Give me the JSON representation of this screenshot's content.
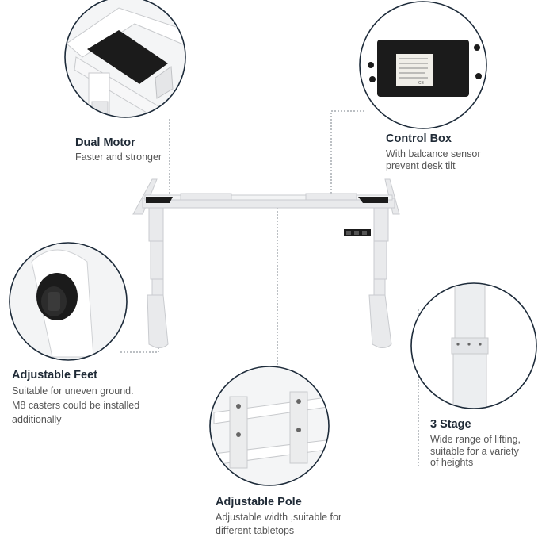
{
  "features": {
    "dual_motor": {
      "title": "Dual Motor",
      "lines": [
        "Faster and stronger"
      ]
    },
    "control_box": {
      "title": "Control Box",
      "lines": [
        "With balcance sensor",
        "prevent desk tilt"
      ]
    },
    "adjustable_feet": {
      "title": "Adjustable Feet",
      "lines": [
        "Suitable for uneven ground.",
        "M8 casters could be installed",
        "additionally"
      ]
    },
    "three_stage": {
      "title": "3 Stage",
      "lines": [
        "Wide range of lifting,",
        "suitable for a variety",
        "of heights"
      ]
    },
    "adjustable_pole": {
      "title": "Adjustable Pole",
      "lines": [
        "Adjustable width ,suitable for",
        "different  tabletops"
      ]
    }
  },
  "colors": {
    "circle_border": "#1d2b3a",
    "leader_line": "#7a8088",
    "frame": "#e9eaec",
    "frame_shadow": "#c9cbcf",
    "black_part": "#1b1b1b"
  }
}
